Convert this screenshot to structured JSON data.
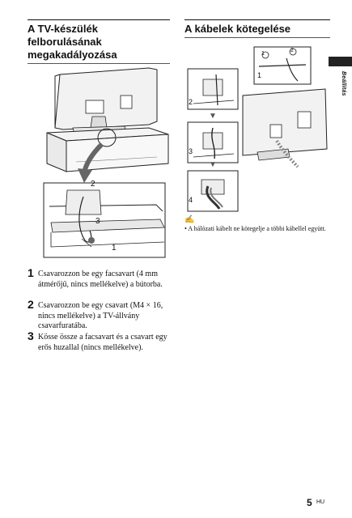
{
  "left_section": {
    "heading_lines": [
      "A TV-készülék",
      "felborulásának",
      "megakadályozása"
    ]
  },
  "right_section": {
    "heading": "A kábelek kötegelése",
    "note": "• A hálózati kábelt ne kötegelje a többi kábellel együtt."
  },
  "illustration_labels": {
    "left": [
      "2",
      "3",
      "1"
    ],
    "right_main": [
      "1",
      "2",
      "1"
    ],
    "right_steps": [
      "2",
      "3",
      "4"
    ]
  },
  "steps": [
    {
      "num": "1",
      "text": "Csavarozzon be egy facsavart (4 mm átmérőjű, nincs mellékelve) a bútorba."
    },
    {
      "num": "2",
      "text": "Csavarozzon be egy csavart (M4 × 16, nincs mellékelve) a TV-állvány csavarfuratába."
    },
    {
      "num": "3",
      "text": "Kösse össze a facsavart és a csavart egy erős huzallal (nincs mellékelve)."
    }
  ],
  "sidebar": {
    "label": "Beállítás"
  },
  "page": {
    "number": "5",
    "suffix": "HU"
  }
}
